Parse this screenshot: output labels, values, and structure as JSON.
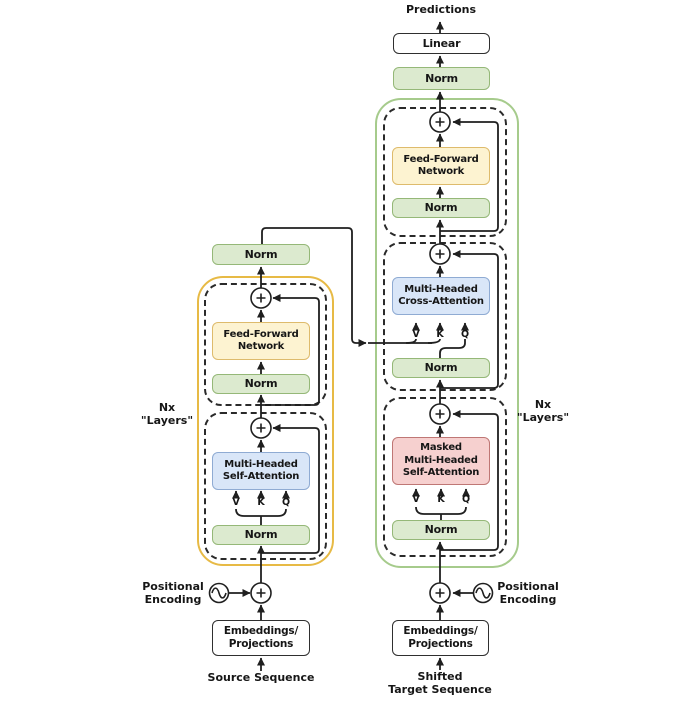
{
  "title": "Transformer encoder-decoder architecture diagram",
  "colors": {
    "background": "#ffffff",
    "line": "#1f1f1f",
    "norm_fill": "#dceacf",
    "norm_border": "#95b878",
    "ffn_fill": "#fdf3d1",
    "ffn_border": "#debb6c",
    "attn_fill": "#d9e6f8",
    "attn_border": "#8fabd3",
    "masked_fill": "#f6d0cf",
    "masked_border": "#bf7775",
    "plain_fill": "#ffffff",
    "plain_border": "#2f2f2f",
    "encoder_container_border": "#e7ba45",
    "decoder_container_border": "#a6cb8c",
    "dashed_border": "#2a2a2a"
  },
  "labels": {
    "predictions": "Predictions",
    "linear": "Linear",
    "norm": "Norm",
    "feed_forward": [
      "Feed-Forward",
      "Network"
    ],
    "self_attention": [
      "Multi-Headed",
      "Self-Attention"
    ],
    "cross_attention": [
      "Multi-Headed",
      "Cross-Attention"
    ],
    "masked_attention": [
      "Masked",
      "Multi-Headed",
      "Self-Attention"
    ],
    "embeddings": [
      "Embeddings/",
      "Projections"
    ],
    "source_sequence": "Source Sequence",
    "shifted_target": [
      "Shifted",
      "Target Sequence"
    ],
    "positional_encoding": [
      "Positional",
      "Encoding"
    ],
    "nx_layers": [
      "Nx",
      "\"Layers\""
    ],
    "v": "V",
    "k": "K",
    "q": "Q"
  }
}
